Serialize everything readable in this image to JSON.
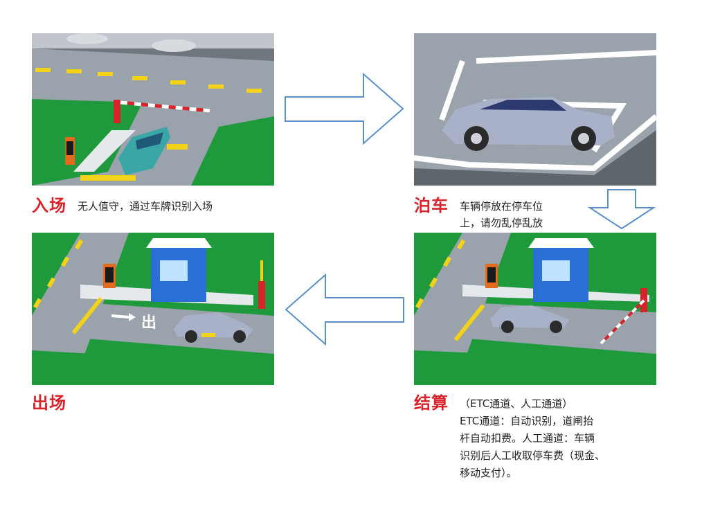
{
  "steps": [
    {
      "title": "入场",
      "desc_lines": [
        "无人值守，通过车牌识别入场"
      ]
    },
    {
      "title": "泊车",
      "desc_lines": [
        "车辆停放在停车位",
        "上，请勿乱停乱放"
      ]
    },
    {
      "title": "结算",
      "desc_lines": [
        "（ETC通道、人工通道）",
        "ETC通道：自动识别，道闸抬",
        "杆自动扣费。人工通道：车辆",
        "识别后人工收取停车费（现金、",
        "移动支付）。"
      ]
    },
    {
      "title": "出场",
      "desc_lines": []
    }
  ],
  "road_marking_text": "出",
  "colors": {
    "title": "#d8232a",
    "grass": "#1e9a3c",
    "road": "#9aa3ab",
    "booth": "#2a6fd6",
    "arrow_stroke": "#5a8fc8"
  }
}
